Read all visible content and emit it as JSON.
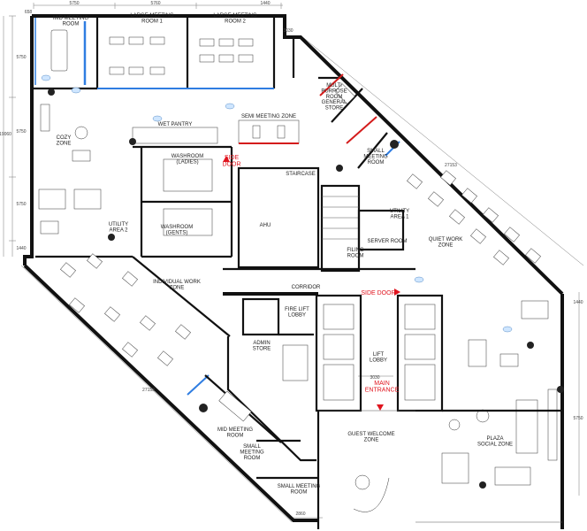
{
  "rooms": [
    {
      "id": "mid-meeting-room-top",
      "text": "MID MEETING\nROOM"
    },
    {
      "id": "large-meeting-room-1",
      "text": "LARGE MEETING\nROOM 1"
    },
    {
      "id": "large-meeting-room-2",
      "text": "LARGE MEETING\nROOM 2"
    },
    {
      "id": "multi-purpose-room",
      "text": "MULTI\nPURPOSE\nROOM"
    },
    {
      "id": "general-store",
      "text": "GENERAL\nSTORE"
    },
    {
      "id": "small-meeting-room-right",
      "text": "SMALL\nMEETING\nROOM"
    },
    {
      "id": "semi-meeting-zone",
      "text": "SEMI MEETING ZONE"
    },
    {
      "id": "wet-pantry",
      "text": "WET PANTRY"
    },
    {
      "id": "cozy-zone",
      "text": "COZY\nZONE"
    },
    {
      "id": "washroom-ladies",
      "text": "WASHROOM\n(LADIES)"
    },
    {
      "id": "staircase",
      "text": "STAIRCASE"
    },
    {
      "id": "utility-area-1",
      "text": "UTILITY\nAREA 1"
    },
    {
      "id": "utility-area-2",
      "text": "UTILITY\nAREA 2"
    },
    {
      "id": "washroom-gents",
      "text": "WASHROOM\n(GENTS)"
    },
    {
      "id": "ahu",
      "text": "AHU"
    },
    {
      "id": "server-room",
      "text": "SERVER ROOM"
    },
    {
      "id": "filing-room",
      "text": "FILING\nROOM"
    },
    {
      "id": "quiet-work-zone",
      "text": "QUIET WORK\nZONE"
    },
    {
      "id": "individual-work-zone",
      "text": "INDIVIDUAL WORK\nZONE"
    },
    {
      "id": "corridor",
      "text": "CORRIDOR"
    },
    {
      "id": "fire-lift-lobby",
      "text": "FIRE LIFT\nLOBBY"
    },
    {
      "id": "admin-store",
      "text": "ADMIN\nSTORE"
    },
    {
      "id": "lift-lobby",
      "text": "LIFT\nLOBBY"
    },
    {
      "id": "mid-meeting-room-bottom",
      "text": "MID MEETING\nROOM"
    },
    {
      "id": "small-meeting-room-a",
      "text": "SMALL\nMEETING\nROOM"
    },
    {
      "id": "small-meeting-room-b",
      "text": "SMALL MEETING\nROOM"
    },
    {
      "id": "guest-welcome-zone",
      "text": "GUEST WELCOME\nZONE"
    },
    {
      "id": "plaza-social-zone",
      "text": "PLAZA\nSOCIAL ZONE"
    }
  ],
  "markers": [
    {
      "id": "side-door-left",
      "text": "SIDE\nDOOR"
    },
    {
      "id": "side-door-right",
      "text": "SIDE DOOR"
    },
    {
      "id": "main-entrance",
      "text": "MAIN\nENTRANCE"
    }
  ],
  "dimensions": [
    {
      "id": "dim-top-1",
      "text": "5750"
    },
    {
      "id": "dim-top-2",
      "text": "5760"
    },
    {
      "id": "dim-top-3",
      "text": "1440"
    },
    {
      "id": "dim-top-left",
      "text": "658"
    },
    {
      "id": "dim-right-top",
      "text": "3030"
    },
    {
      "id": "dim-left-1",
      "text": "5750"
    },
    {
      "id": "dim-left-2",
      "text": "5750"
    },
    {
      "id": "dim-left-3",
      "text": "5750"
    },
    {
      "id": "dim-left-4",
      "text": "1440"
    },
    {
      "id": "dim-left-total",
      "text": "19060"
    },
    {
      "id": "dim-diag-right",
      "text": "27153"
    },
    {
      "id": "dim-diag-left",
      "text": "27153"
    },
    {
      "id": "dim-right-mid",
      "text": "1440"
    },
    {
      "id": "dim-right-low",
      "text": "5750"
    },
    {
      "id": "dim-bottom",
      "text": "2860"
    },
    {
      "id": "dim-entrance",
      "text": "3030"
    }
  ],
  "colors": {
    "marker": "#e0141e",
    "glass": "#2f7de1",
    "door": "#d41c1c",
    "tag": "#cfe6ff"
  }
}
